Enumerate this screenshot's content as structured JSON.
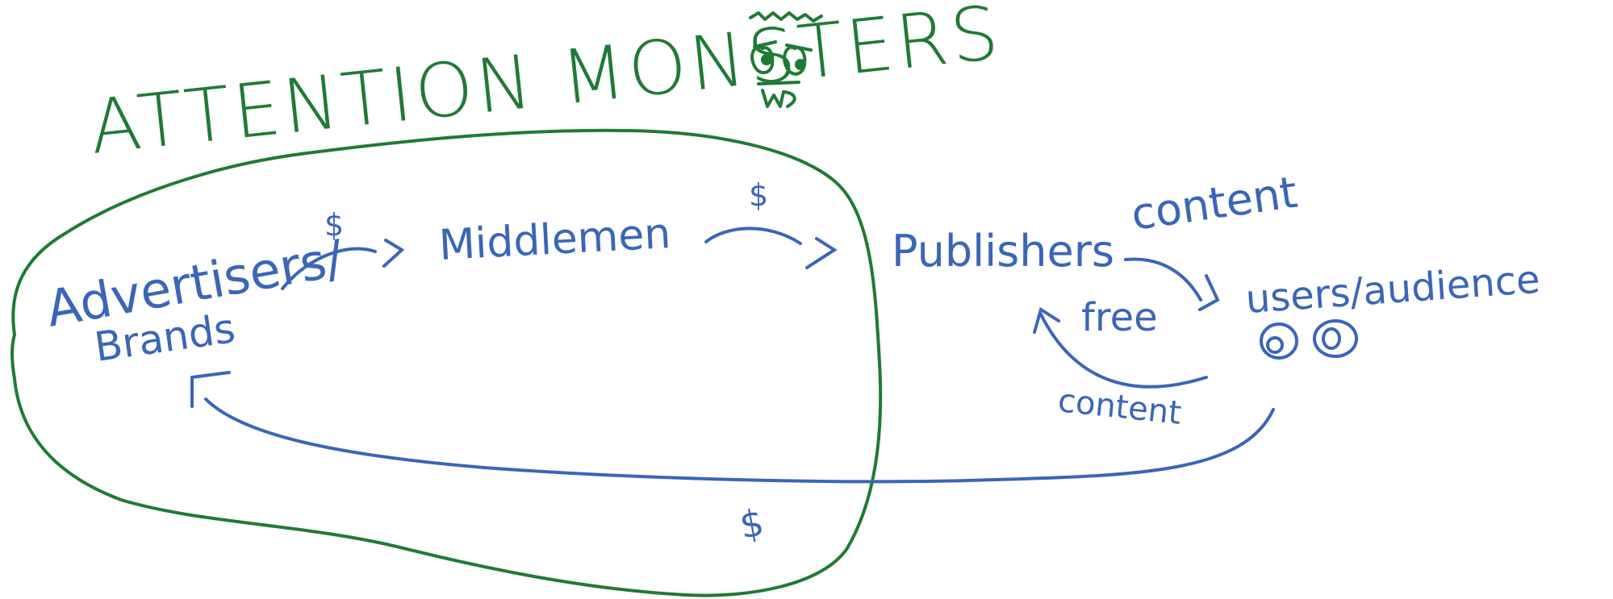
{
  "colors": {
    "green": "#1f7a35",
    "blue": "#3a66b8",
    "background": "#ffffff"
  },
  "title": "ATTENTION MONSTERS",
  "nodes": {
    "advertisers_line1": "Advertisers/",
    "advertisers_line2": "Brands",
    "middlemen": "Middlemen",
    "publishers": "Publishers",
    "users": "users/audience"
  },
  "labels": {
    "dollar_adv_mid": "$",
    "dollar_mid_pub": "$",
    "dollar_bottom": "$",
    "content_top": "content",
    "free": "free",
    "content_bottom": "content"
  },
  "icons": {
    "monster": "monster-face-icon",
    "eyes": "eyes-icon"
  }
}
